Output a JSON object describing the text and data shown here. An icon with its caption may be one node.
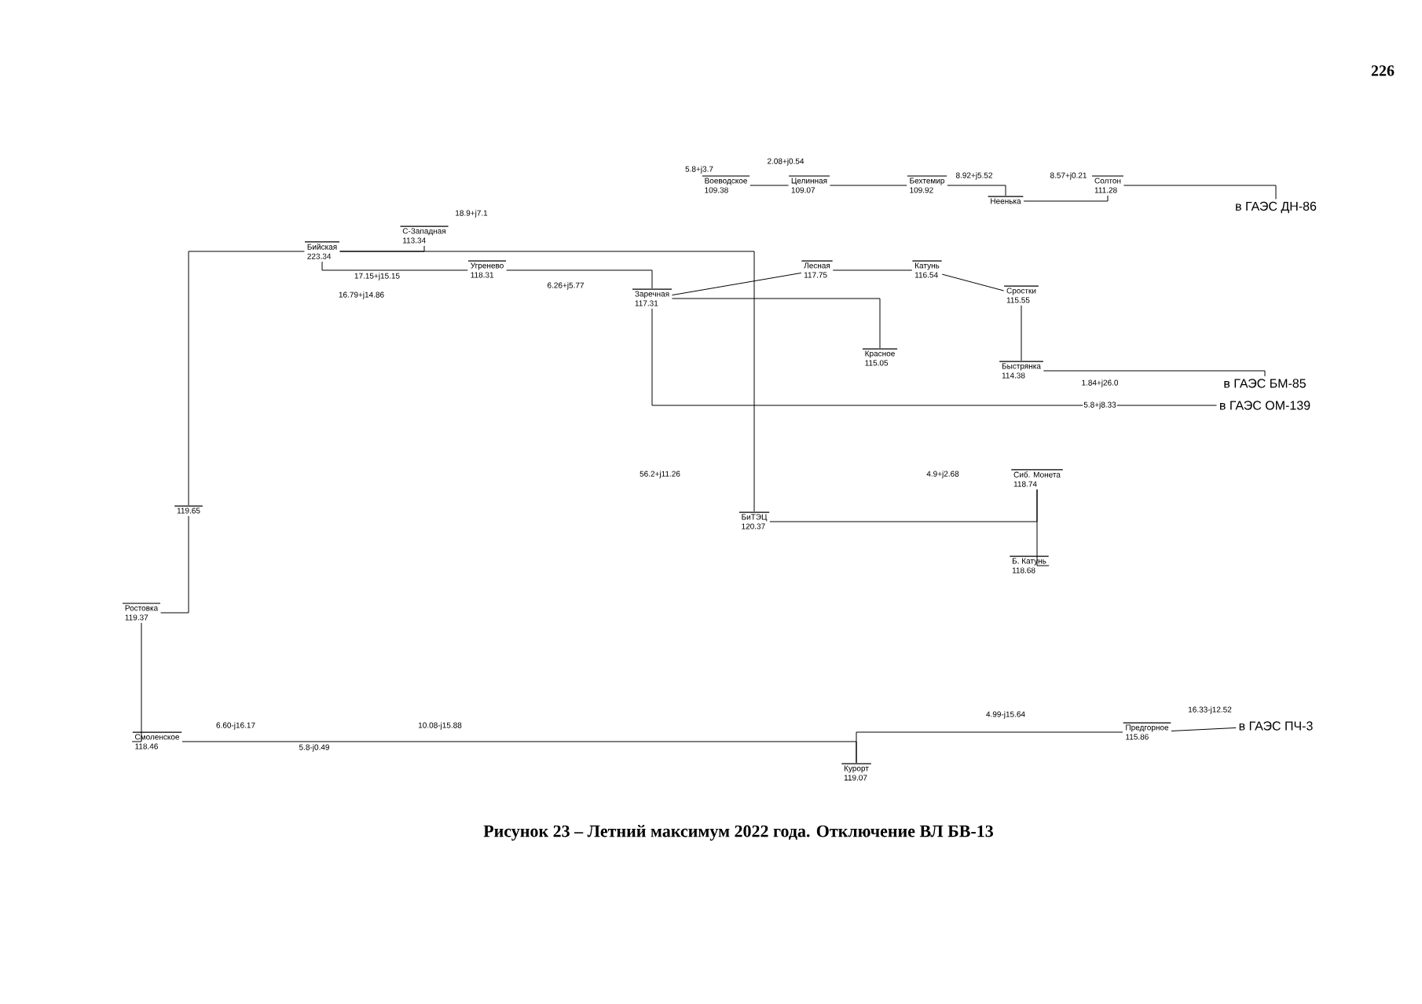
{
  "diagram": {
    "caption": "Рисунок 23 – Летний максимум 2022 года. Отключение ВЛ БВ-13",
    "nodes": [
      {
        "text": [
          "Бийская",
          "223.34"
        ]
      },
      {
        "text": [
          "С-Западная",
          "113.34"
        ]
      },
      {
        "text": [
          "Угренево",
          "118.31"
        ]
      },
      {
        "text": [
          "Заречная",
          "117.31"
        ]
      },
      {
        "text": [
          "Лесная",
          "117.75"
        ]
      },
      {
        "text": [
          "Катунь",
          "116.54"
        ]
      },
      {
        "text": [
          "Сростки",
          "115.55"
        ]
      },
      {
        "text": [
          "Красное",
          "115.05"
        ]
      },
      {
        "text": [
          "Быстрянка",
          "114.38"
        ]
      },
      {
        "text": [
          "Воеводское",
          "109.38"
        ]
      },
      {
        "text": [
          "Целинная",
          "109.07"
        ]
      },
      {
        "text": [
          "Бехтемир",
          "109.92"
        ]
      },
      {
        "text": [
          "Неенька"
        ]
      },
      {
        "text": [
          "Солтон",
          "111.28"
        ]
      },
      {
        "text": [
          "в ГАЭС ДН-86"
        ]
      },
      {
        "text": [
          "в ГАЭС БМ-85"
        ]
      },
      {
        "text": [
          "в ГАЭС ОМ-139"
        ]
      },
      {
        "text": [
          "БиТЭЦ",
          "120.37"
        ]
      },
      {
        "text": [
          "Сиб. Монета",
          "118.74"
        ]
      },
      {
        "text": [
          "Б. Катунь",
          "118.68"
        ]
      },
      {
        "text": [
          "Ростовка",
          "119.37"
        ]
      },
      {
        "text": [
          "Смоленское",
          "118.46"
        ]
      },
      {
        "text": [
          "Курорт",
          "119.07"
        ]
      },
      {
        "text": [
          "Предгорное",
          "115.86"
        ]
      },
      {
        "text": [
          "в ГАЭС ПЧ-3"
        ]
      },
      {
        "text": [
          "119.65"
        ]
      }
    ],
    "edges": [
      {
        "from": 0,
        "to": 1,
        "arrow": "none"
      },
      {
        "from": 0,
        "to": 2,
        "arrow": "none"
      },
      {
        "from": 2,
        "to": 3,
        "arrow": "none"
      },
      {
        "from": 3,
        "to": 4,
        "arrow": "none"
      },
      {
        "from": 4,
        "to": 5,
        "arrow": "none"
      },
      {
        "from": 5,
        "to": 6,
        "arrow": "none"
      },
      {
        "from": 6,
        "to": 8,
        "arrow": "none"
      },
      {
        "from": 8,
        "to": 15,
        "arrow": "none"
      },
      {
        "from": 3,
        "to": 7,
        "arrow": "none"
      },
      {
        "from": 3,
        "to": 16,
        "arrow": "none"
      },
      {
        "from": 9,
        "to": 10,
        "arrow": "none"
      },
      {
        "from": 10,
        "to": 11,
        "arrow": "none"
      },
      {
        "from": 11,
        "to": 12,
        "arrow": "none"
      },
      {
        "from": 12,
        "to": 13,
        "arrow": "none"
      },
      {
        "from": 13,
        "to": 14,
        "arrow": "none"
      },
      {
        "from": 0,
        "to": 17,
        "arrow": "none"
      },
      {
        "from": 17,
        "to": 18,
        "arrow": "none"
      },
      {
        "from": 18,
        "to": 19,
        "arrow": "none"
      },
      {
        "from": 0,
        "to": 25,
        "arrow": "none"
      },
      {
        "from": 25,
        "to": 20,
        "arrow": "none"
      },
      {
        "from": 20,
        "to": 21,
        "arrow": "none"
      },
      {
        "from": 21,
        "to": 22,
        "arrow": "none"
      },
      {
        "from": 22,
        "to": 23,
        "arrow": "none"
      },
      {
        "from": 23,
        "to": 24,
        "arrow": "none"
      }
    ],
    "labels": [
      "226",
      "18.9+j7.1",
      "17.15+j15.15",
      "16.79+j14.86",
      "5.8+j3.7",
      "2.08+j0.54",
      "8.92+j5.52",
      "8.57+j0.21",
      "6.26+j5.77",
      "1.84+j26.0",
      "5.8+j8.33",
      "56.2+j11.26",
      "4.9+j2.68",
      "6.60-j16.17",
      "10.08-j15.88",
      "5.8-j0.49",
      "4.99-j15.64",
      "16.33-j12.52"
    ]
  }
}
